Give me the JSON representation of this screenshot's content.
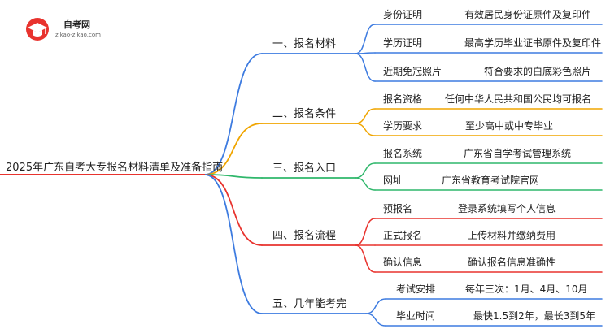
{
  "logo": {
    "title": "自考网",
    "url": "zikao-zikao.com",
    "icon": "graduation-cap-icon"
  },
  "mindmap": {
    "root": "2025年广东自考大专报名材料清单及准备指南",
    "branches": [
      {
        "label": "一、报名材料",
        "color": "#3d7be0",
        "leaves": [
          {
            "key": "身份证明",
            "value": "有效居民身份证原件及复印件"
          },
          {
            "key": "学历证明",
            "value": "最高学历毕业证书原件及复印件"
          },
          {
            "key": "近期免冠照片",
            "value": "符合要求的白底彩色照片"
          }
        ]
      },
      {
        "label": "二、报名条件",
        "color": "#f0a500",
        "leaves": [
          {
            "key": "报名资格",
            "value": "任何中华人民共和国公民均可报名"
          },
          {
            "key": "学历要求",
            "value": "至少高中或中专毕业"
          }
        ]
      },
      {
        "label": "三、报名入口",
        "color": "#2fb76b",
        "leaves": [
          {
            "key": "报名系统",
            "value": "广东省自学考试管理系统"
          },
          {
            "key": "网址",
            "value": "广东省教育考试院官网"
          }
        ]
      },
      {
        "label": "四、报名流程",
        "color": "#e8332e",
        "leaves": [
          {
            "key": "预报名",
            "value": "登录系统填写个人信息"
          },
          {
            "key": "正式报名",
            "value": "上传材料并缴纳费用"
          },
          {
            "key": "确认信息",
            "value": "确认报名信息准确性"
          }
        ]
      },
      {
        "label": "五、几年能考完",
        "color": "#3d7be0",
        "leaves": [
          {
            "key": "考试安排",
            "value": "每年三次：1月、4月、10月"
          },
          {
            "key": "毕业时间",
            "value": "最快1.5到2年，最长3到5年"
          }
        ]
      }
    ]
  }
}
